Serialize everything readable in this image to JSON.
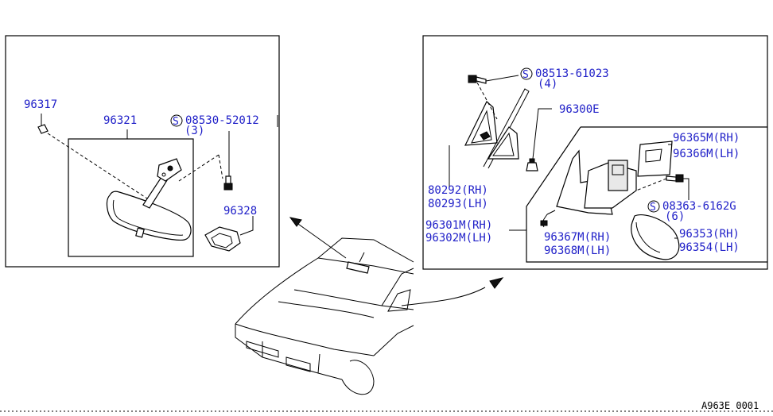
{
  "colors": {
    "callout": "#1f1fc8",
    "line": "#000000",
    "background": "#ffffff"
  },
  "left_panel": {
    "callouts": [
      {
        "id": "p96317",
        "label": "96317"
      },
      {
        "id": "p96321",
        "label": "96321"
      },
      {
        "id": "p08530",
        "symbol": "S",
        "label": "08530-52012",
        "qty": "(3)"
      },
      {
        "id": "p96328",
        "label": "96328"
      }
    ]
  },
  "right_panel": {
    "callouts": [
      {
        "id": "p08513",
        "symbol": "S",
        "label": "08513-61023",
        "qty": "(4)"
      },
      {
        "id": "p96300E",
        "label": "96300E"
      },
      {
        "id": "p96365M",
        "label": "96365M(RH)"
      },
      {
        "id": "p96366M",
        "label": "96366M(LH)"
      },
      {
        "id": "p80292",
        "label": "80292(RH)"
      },
      {
        "id": "p80293",
        "label": "80293(LH)"
      },
      {
        "id": "p08363",
        "symbol": "S",
        "label": "08363-6162G",
        "qty": "(6)"
      },
      {
        "id": "p96301M",
        "label": "96301M(RH)"
      },
      {
        "id": "p96302M",
        "label": "96302M(LH)"
      },
      {
        "id": "p96367M",
        "label": "96367M(RH)"
      },
      {
        "id": "p96368M",
        "label": "96368M(LH)"
      },
      {
        "id": "p96353",
        "label": "96353(RH)"
      },
      {
        "id": "p96354",
        "label": "96354(LH)"
      }
    ]
  },
  "reference_code": "A963E 0001"
}
